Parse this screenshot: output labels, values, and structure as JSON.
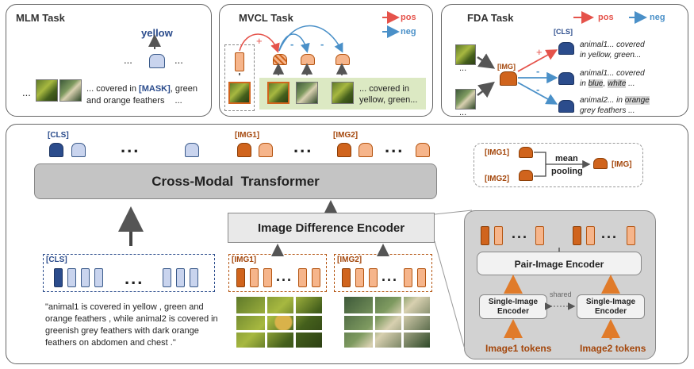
{
  "mlm": {
    "title": "MLM Task",
    "answer": "yellow",
    "ellipsis": "...",
    "text_pre": "... covered in ",
    "mask": "[MASK]",
    "text_post": ", green",
    "text_line2": "and orange feathers",
    "trail": "..."
  },
  "mvcl": {
    "title": "MVCL Task",
    "pos": "pos",
    "neg": "neg",
    "plus": "+",
    "minus": "-",
    "caption": "... covered in yellow, green..."
  },
  "fda": {
    "title": "FDA Task",
    "pos": "pos",
    "neg": "neg",
    "cls": "[CLS]",
    "img": "[IMG]",
    "dots": "...",
    "plus": "+",
    "minus": "-",
    "t1_l1": "animal1... covered",
    "t1_l2": "in yellow, green...",
    "t2_l1": "animal1... covered",
    "t2_l2_a": "in ",
    "t2_blue": "blue",
    "t2_comma": ", ",
    "t2_white": "white",
    "t2_end": " ...",
    "t3_l1_a": "animal2... in ",
    "t3_orange": "orange",
    "t3_l2": "grey feathers ..."
  },
  "main": {
    "cls": "[CLS]",
    "img1": "[IMG1]",
    "img2": "[IMG2]",
    "dots": "...",
    "transformer": "Cross-Modal  Transformer",
    "ide": "Image Difference Encoder",
    "caption": "\"animal1 is covered in yellow , green and orange feathers , while animal2 is covered in greenish grey feathers with dark orange feathers on abdomen and chest .\""
  },
  "pool": {
    "img1": "[IMG1]",
    "img2": "[IMG2]",
    "mean": "mean",
    "pooling": "pooling",
    "img": "[IMG]"
  },
  "encoder": {
    "pair": "Pair-Image Encoder",
    "single1": "Single-Image Encoder",
    "single2": "Single-Image Encoder",
    "shared": "shared",
    "tokens1": "Image1 tokens",
    "tokens2": "Image2 tokens",
    "dots": "..."
  },
  "colors": {
    "blue": "#2b4c8c",
    "orange": "#d0641d",
    "pos": "#e5534b",
    "neg": "#4a90c8"
  }
}
